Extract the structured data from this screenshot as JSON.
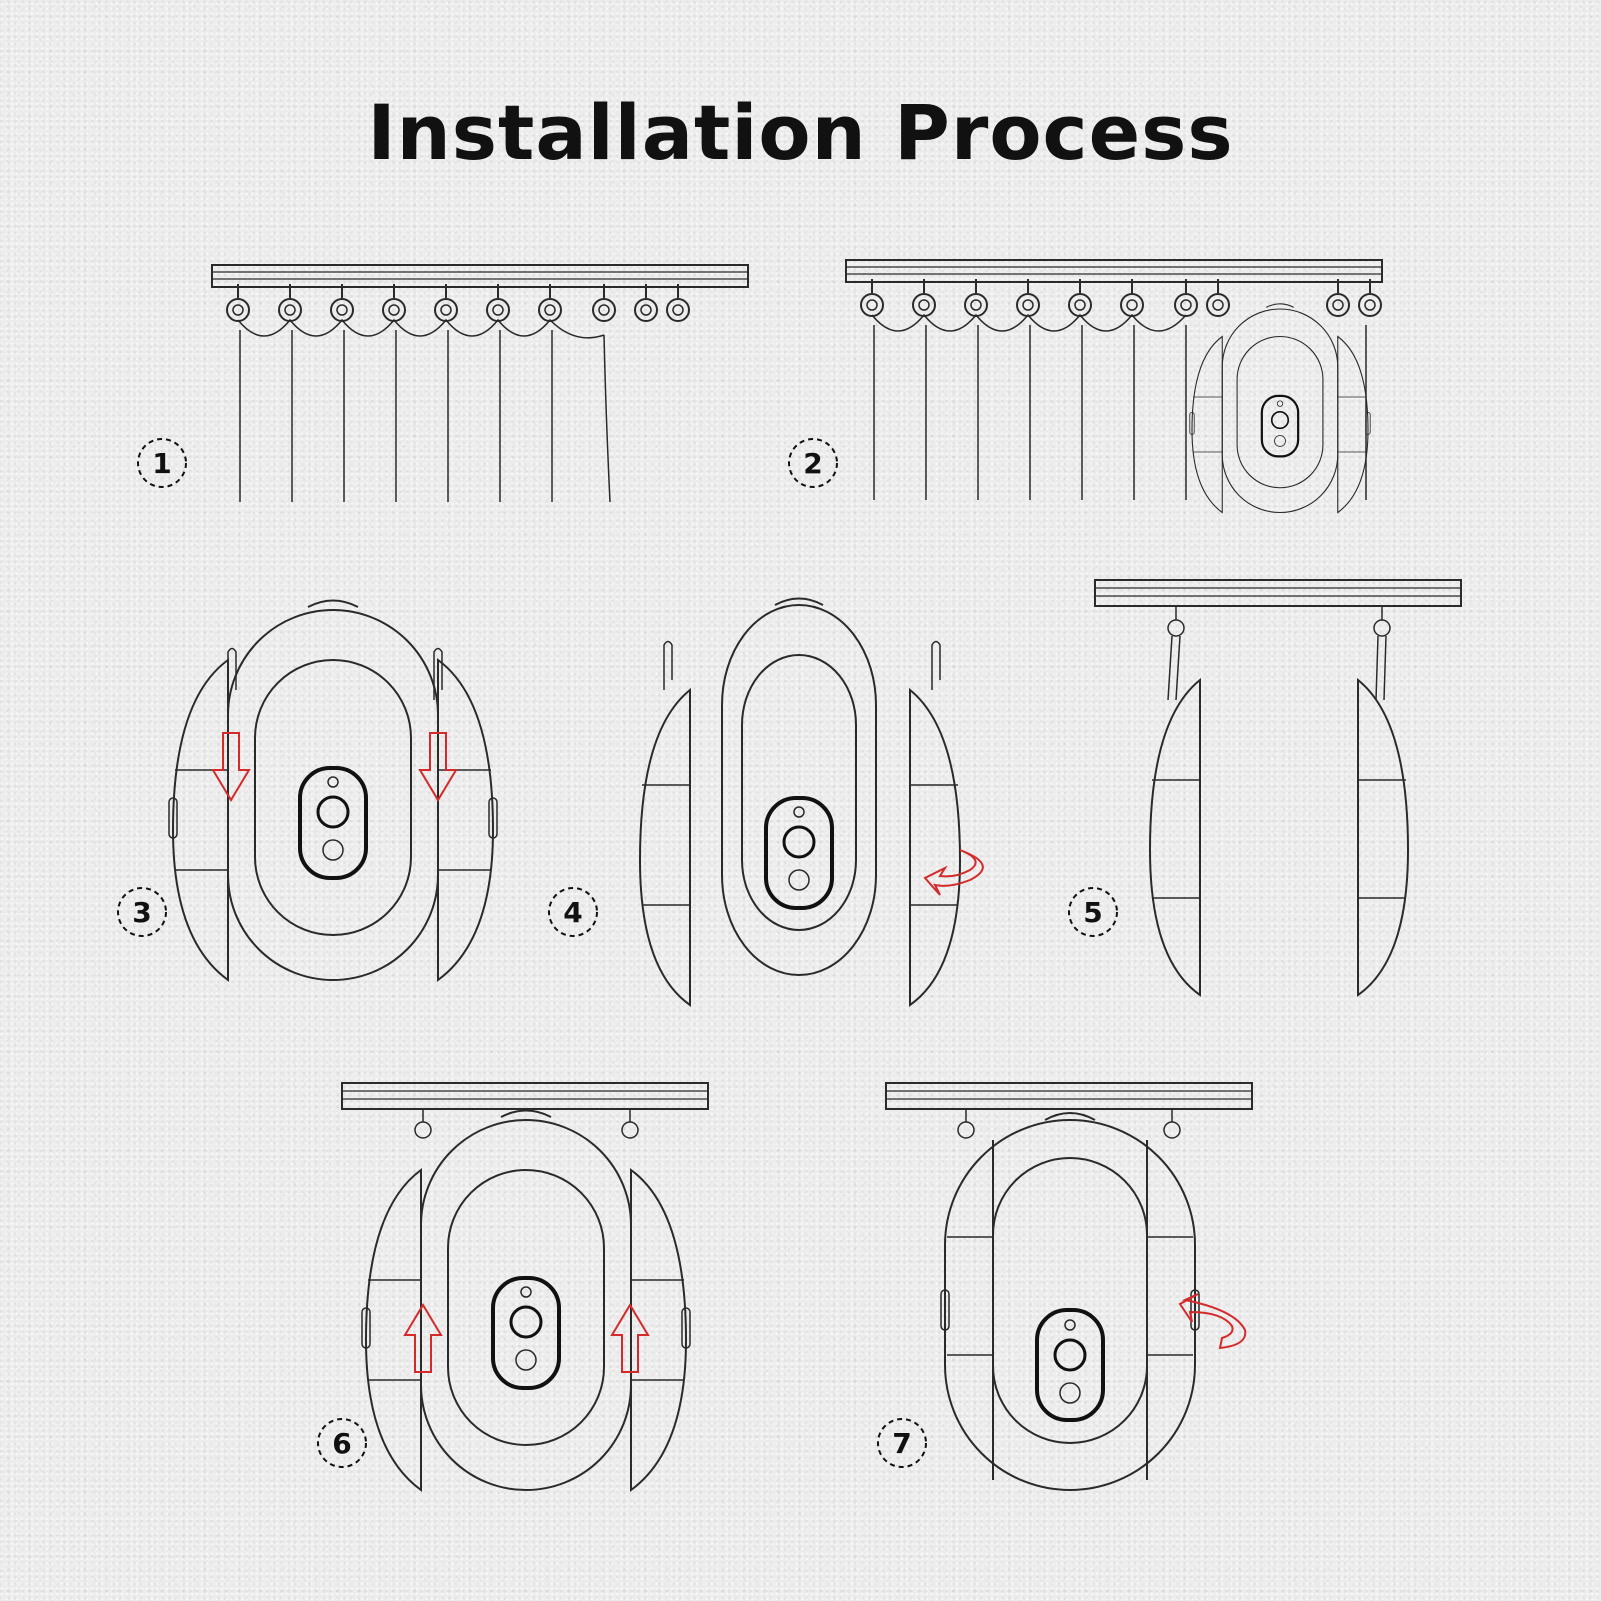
{
  "title": "Installation Process",
  "steps": [
    {
      "number": "1"
    },
    {
      "number": "2"
    },
    {
      "number": "3"
    },
    {
      "number": "4"
    },
    {
      "number": "5"
    },
    {
      "number": "6"
    },
    {
      "number": "7"
    }
  ],
  "colors": {
    "line": "#2a2a2a",
    "arrow": "#d42a2a",
    "title": "#111111",
    "background": "#ececec"
  },
  "icons": [
    "curtain-rod-icon",
    "curtain-ring-icon",
    "camera-device-icon",
    "down-arrow-icon",
    "up-arrow-icon",
    "rotate-arrow-icon",
    "hook-icon"
  ]
}
